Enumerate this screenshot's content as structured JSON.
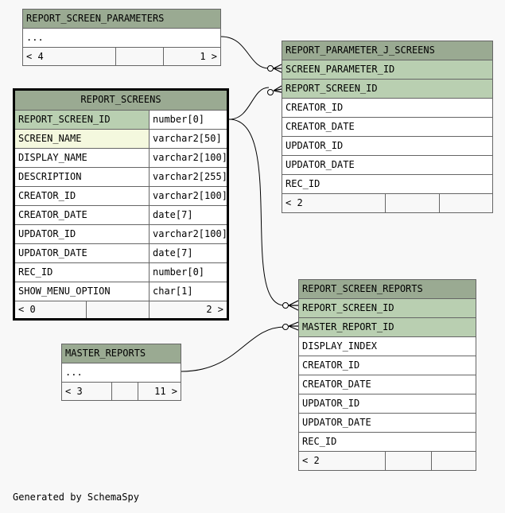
{
  "tables": {
    "report_screen_parameters": {
      "title": "REPORT_SCREEN_PARAMETERS",
      "body": "...",
      "footer": {
        "left": "< 4",
        "right": "1 >"
      }
    },
    "report_parameter_j_screens": {
      "title": "REPORT_PARAMETER_J_SCREENS",
      "columns": [
        "SCREEN_PARAMETER_ID",
        "REPORT_SCREEN_ID",
        "CREATOR_ID",
        "CREATOR_DATE",
        "UPDATOR_ID",
        "UPDATOR_DATE",
        "REC_ID"
      ],
      "footer": {
        "left": "< 2",
        "right": ""
      }
    },
    "report_screens": {
      "title": "REPORT_SCREENS",
      "columns": [
        {
          "name": "REPORT_SCREEN_ID",
          "type": "number[0]"
        },
        {
          "name": "SCREEN_NAME",
          "type": "varchar2[50]"
        },
        {
          "name": "DISPLAY_NAME",
          "type": "varchar2[100]"
        },
        {
          "name": "DESCRIPTION",
          "type": "varchar2[255]"
        },
        {
          "name": "CREATOR_ID",
          "type": "varchar2[100]"
        },
        {
          "name": "CREATOR_DATE",
          "type": "date[7]"
        },
        {
          "name": "UPDATOR_ID",
          "type": "varchar2[100]"
        },
        {
          "name": "UPDATOR_DATE",
          "type": "date[7]"
        },
        {
          "name": "REC_ID",
          "type": "number[0]"
        },
        {
          "name": "SHOW_MENU_OPTION",
          "type": "char[1]"
        }
      ],
      "footer": {
        "left": "< 0",
        "right": "2 >"
      }
    },
    "report_screen_reports": {
      "title": "REPORT_SCREEN_REPORTS",
      "columns": [
        "REPORT_SCREEN_ID",
        "MASTER_REPORT_ID",
        "DISPLAY_INDEX",
        "CREATOR_ID",
        "CREATOR_DATE",
        "UPDATOR_ID",
        "UPDATOR_DATE",
        "REC_ID"
      ],
      "footer": {
        "left": "< 2",
        "right": ""
      }
    },
    "master_reports": {
      "title": "MASTER_REPORTS",
      "body": "...",
      "footer": {
        "left": "< 3",
        "right": "11 >"
      }
    }
  },
  "footer_text": "Generated by SchemaSpy"
}
